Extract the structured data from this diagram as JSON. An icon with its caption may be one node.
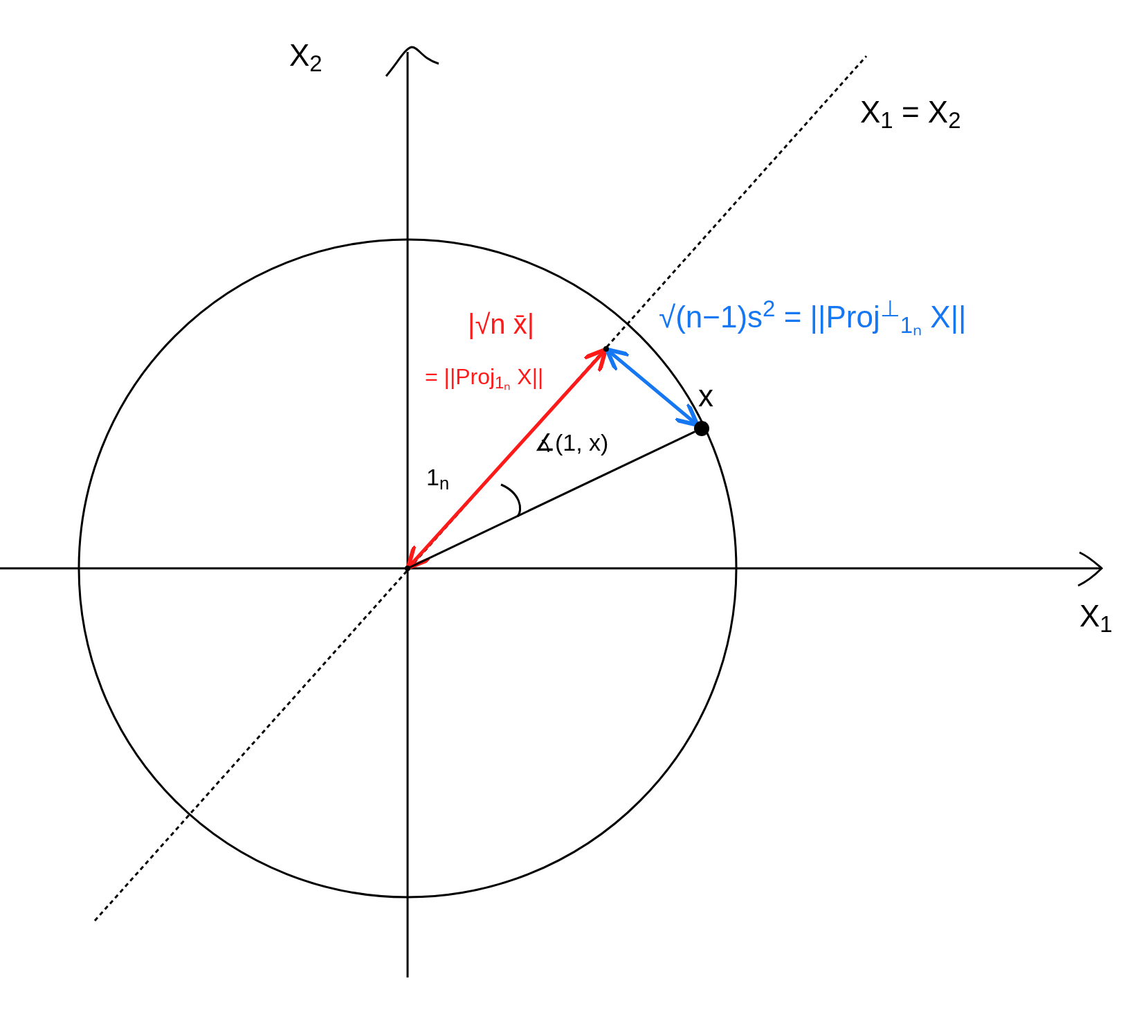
{
  "diagram": {
    "nodes": [
      {
        "text": [],
        "shape": "circle"
      },
      {
        "text": [],
        "shape": "circle"
      },
      {
        "text": [
          "x"
        ]
      }
    ],
    "edges": [
      {
        "from": 0,
        "to": 1,
        "arrow": "both",
        "color": "#ff1a1a"
      },
      {
        "from": 1,
        "to": 2,
        "arrow": "both",
        "color": "#1677f2"
      },
      {
        "from": 0,
        "to": 2,
        "arrow": "none",
        "color": "#000000"
      }
    ],
    "labels": [
      "X$_{2}$",
      "X$_{1}$ = X$_{2}$",
      "|√n x̄|",
      "= ||Proj$_{1ₙ}$ X||",
      "√(n−1)s$^{2}$ = ||Proj$^{⊥}$$_{1ₙ}$ X||",
      "∡(1, x)",
      "1$_{n}$",
      "X$_{1}$"
    ]
  }
}
